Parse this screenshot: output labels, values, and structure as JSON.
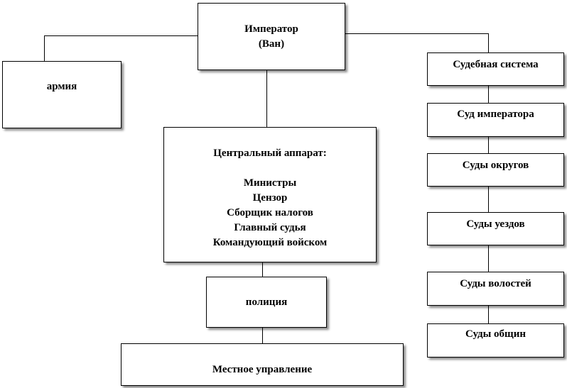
{
  "nodes": {
    "emperor": {
      "line1": "Император",
      "line2": "(Ван)"
    },
    "army": {
      "label": "армия"
    },
    "judicial": {
      "label": "Судебная система"
    },
    "central": {
      "title": "Центральный аппарат:",
      "items": [
        "Министры",
        "Цензор",
        "Сборщик налогов",
        "Главный судья",
        "Командующий войском"
      ]
    },
    "police": {
      "label": "полиция"
    },
    "local": {
      "label": "Местное управление"
    },
    "courts": [
      "Суд императора",
      "Суды округов",
      "Суды уездов",
      "Суды волостей",
      "Суды общин"
    ]
  }
}
